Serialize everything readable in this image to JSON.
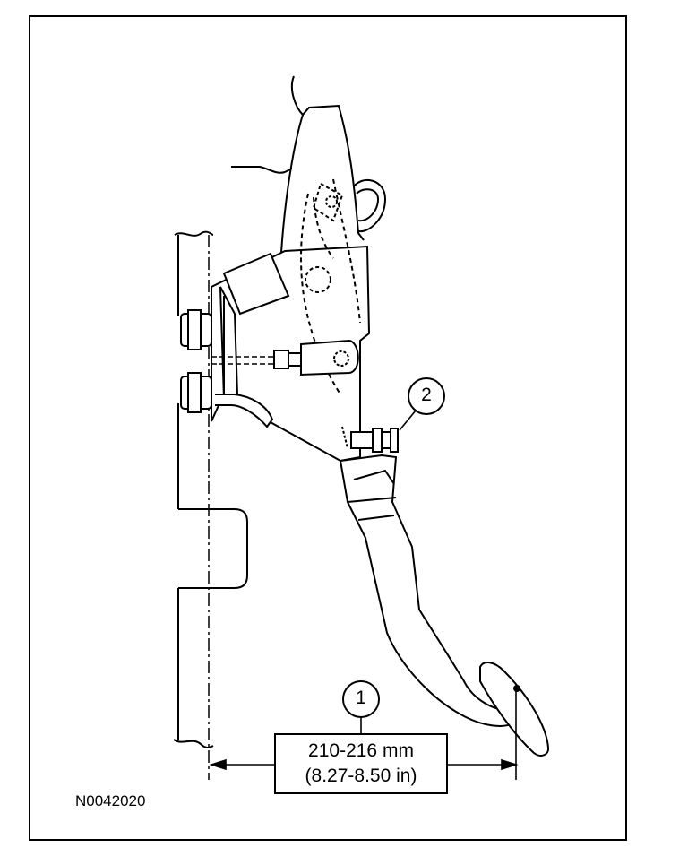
{
  "figure_id": "N0042020",
  "callouts": [
    {
      "number": "1"
    },
    {
      "number": "2"
    }
  ],
  "dimension": {
    "metric": "210-216 mm",
    "imperial": "(8.27-8.50 in)"
  }
}
